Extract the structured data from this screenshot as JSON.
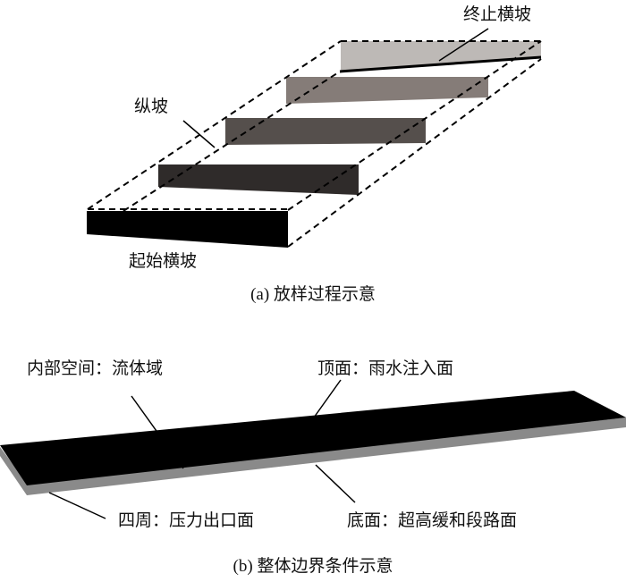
{
  "panel_a": {
    "caption": "(a) 放样过程示意",
    "labels": {
      "end_cross_slope": "终止横坡",
      "longitudinal_slope": "纵坡",
      "start_cross_slope": "起始横坡"
    },
    "colors": [
      "#000000",
      "#2f2b2a",
      "#554f4c",
      "#857c78",
      "#bdb9b6"
    ]
  },
  "panel_b": {
    "caption": "(b) 整体边界条件示意",
    "labels": {
      "interior": "内部空间：流体域",
      "top": "顶面：雨水注入面",
      "sides": "四周：压力出口面",
      "bottom": "底面：超高缓和段路面"
    },
    "colors": {
      "top_face": "#000000",
      "side_face": "#8a8a8a"
    }
  }
}
